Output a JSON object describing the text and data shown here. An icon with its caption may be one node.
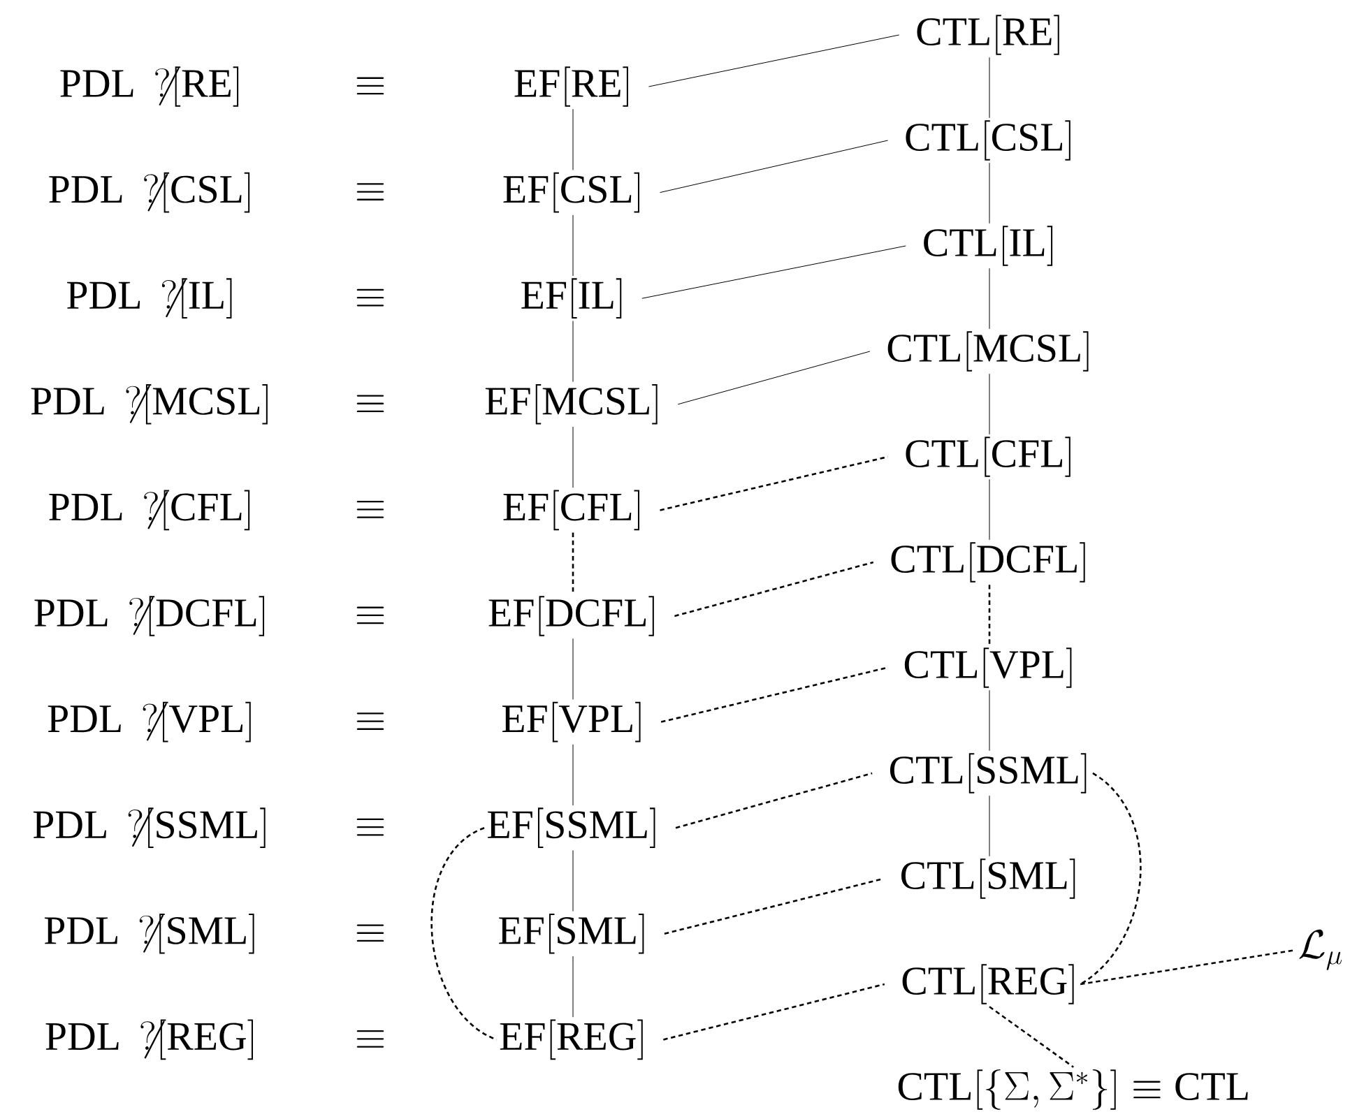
{
  "diagram": {
    "nodes": [
      {
        "text": [
          "\\mathrm{PDL}\\,\\not?[\\mathrm{RE}]"
        ]
      },
      {
        "text": [
          "\\mathrm{PDL}\\,\\not?[\\mathrm{CSL}]"
        ]
      },
      {
        "text": [
          "\\mathrm{PDL}\\,\\not?[\\mathrm{IL}]"
        ]
      },
      {
        "text": [
          "\\mathrm{PDL}\\,\\not?[\\mathrm{MCSL}]"
        ]
      },
      {
        "text": [
          "\\mathrm{PDL}\\,\\not?[\\mathrm{CFL}]"
        ]
      },
      {
        "text": [
          "\\mathrm{PDL}\\,\\not?[\\mathrm{DCFL}]"
        ]
      },
      {
        "text": [
          "\\mathrm{PDL}\\,\\not?[\\mathrm{VPL}]"
        ]
      },
      {
        "text": [
          "\\mathrm{PDL}\\,\\not?[\\mathrm{SSML}]"
        ]
      },
      {
        "text": [
          "\\mathrm{PDL}\\,\\not?[\\mathrm{SML}]"
        ]
      },
      {
        "text": [
          "\\mathrm{PDL}\\,\\not?[\\mathrm{REG}]"
        ]
      },
      {
        "text": [
          "\\mathrm{EF}[\\mathrm{RE}]"
        ]
      },
      {
        "text": [
          "\\mathrm{EF}[\\mathrm{CSL}]"
        ]
      },
      {
        "text": [
          "\\mathrm{EF}[\\mathrm{IL}]"
        ]
      },
      {
        "text": [
          "\\mathrm{EF}[\\mathrm{MCSL}]"
        ]
      },
      {
        "text": [
          "\\mathrm{EF}[\\mathrm{CFL}]"
        ]
      },
      {
        "text": [
          "\\mathrm{EF}[\\mathrm{DCFL}]"
        ]
      },
      {
        "text": [
          "\\mathrm{EF}[\\mathrm{VPL}]"
        ]
      },
      {
        "text": [
          "\\mathrm{EF}[\\mathrm{SSML}]"
        ]
      },
      {
        "text": [
          "\\mathrm{EF}[\\mathrm{SML}]"
        ]
      },
      {
        "text": [
          "\\mathrm{EF}[\\mathrm{REG}]"
        ]
      },
      {
        "text": [
          "\\mathrm{CTL}[\\mathrm{RE}]"
        ]
      },
      {
        "text": [
          "\\mathrm{CTL}[\\mathrm{CSL}]"
        ]
      },
      {
        "text": [
          "\\mathrm{CTL}[\\mathrm{IL}]"
        ]
      },
      {
        "text": [
          "\\mathrm{CTL}[\\mathrm{MCSL}]"
        ]
      },
      {
        "text": [
          "\\mathrm{CTL}[\\mathrm{CFL}]"
        ]
      },
      {
        "text": [
          "\\mathrm{CTL}[\\mathrm{DCFL}]"
        ]
      },
      {
        "text": [
          "\\mathrm{CTL}[\\mathrm{VPL}]"
        ]
      },
      {
        "text": [
          "\\mathrm{CTL}[\\mathrm{SSML}]"
        ]
      },
      {
        "text": [
          "\\mathrm{CTL}[\\mathrm{SML}]"
        ]
      },
      {
        "text": [
          "\\mathrm{CTL}[\\mathrm{REG}]"
        ]
      },
      {
        "text": [
          "\\mathrm{CTL}[\\{\\Sigma,\\Sigma^*\\}]\\equiv\\mathrm{CTL}"
        ]
      },
      {
        "text": [
          "\\mathcal{L}_\\mu"
        ]
      }
    ],
    "edges": [
      {
        "from": 10,
        "to": 11,
        "arrow": "none"
      },
      {
        "from": 11,
        "to": 12,
        "arrow": "none"
      },
      {
        "from": 12,
        "to": 13,
        "arrow": "none"
      },
      {
        "from": 13,
        "to": 14,
        "arrow": "none"
      },
      {
        "from": 14,
        "to": 15,
        "arrow": "none",
        "style": "dashed"
      },
      {
        "from": 15,
        "to": 16,
        "arrow": "none"
      },
      {
        "from": 16,
        "to": 17,
        "arrow": "none"
      },
      {
        "from": 17,
        "to": 18,
        "arrow": "none"
      },
      {
        "from": 18,
        "to": 19,
        "arrow": "none"
      },
      {
        "from": 17,
        "to": 19,
        "arrow": "none",
        "style": "dashed"
      },
      {
        "from": 20,
        "to": 21,
        "arrow": "none"
      },
      {
        "from": 21,
        "to": 22,
        "arrow": "none"
      },
      {
        "from": 22,
        "to": 23,
        "arrow": "none"
      },
      {
        "from": 23,
        "to": 24,
        "arrow": "none"
      },
      {
        "from": 24,
        "to": 25,
        "arrow": "none"
      },
      {
        "from": 25,
        "to": 26,
        "arrow": "none",
        "style": "dashed"
      },
      {
        "from": 26,
        "to": 27,
        "arrow": "none"
      },
      {
        "from": 27,
        "to": 28,
        "arrow": "none"
      },
      {
        "from": 27,
        "to": 29,
        "arrow": "none",
        "style": "dashed"
      },
      {
        "from": 29,
        "to": 30,
        "arrow": "none",
        "style": "dashed"
      },
      {
        "from": 29,
        "to": 31,
        "arrow": "none",
        "style": "dashed"
      },
      {
        "from": 10,
        "to": 20,
        "arrow": "none"
      },
      {
        "from": 11,
        "to": 21,
        "arrow": "none"
      },
      {
        "from": 12,
        "to": 22,
        "arrow": "none"
      },
      {
        "from": 13,
        "to": 23,
        "arrow": "none"
      },
      {
        "from": 14,
        "to": 24,
        "arrow": "none",
        "style": "dashed"
      },
      {
        "from": 15,
        "to": 25,
        "arrow": "none",
        "style": "dashed"
      },
      {
        "from": 16,
        "to": 26,
        "arrow": "none",
        "style": "dashed"
      },
      {
        "from": 17,
        "to": 27,
        "arrow": "none",
        "style": "dashed"
      },
      {
        "from": 18,
        "to": 28,
        "arrow": "none",
        "style": "dashed"
      },
      {
        "from": 19,
        "to": 29,
        "arrow": "none",
        "style": "dashed"
      }
    ],
    "labels": [
      "\\equiv",
      "\\equiv",
      "\\equiv",
      "\\equiv",
      "\\equiv",
      "\\equiv",
      "\\equiv",
      "\\equiv",
      "\\equiv",
      "\\equiv"
    ]
  }
}
